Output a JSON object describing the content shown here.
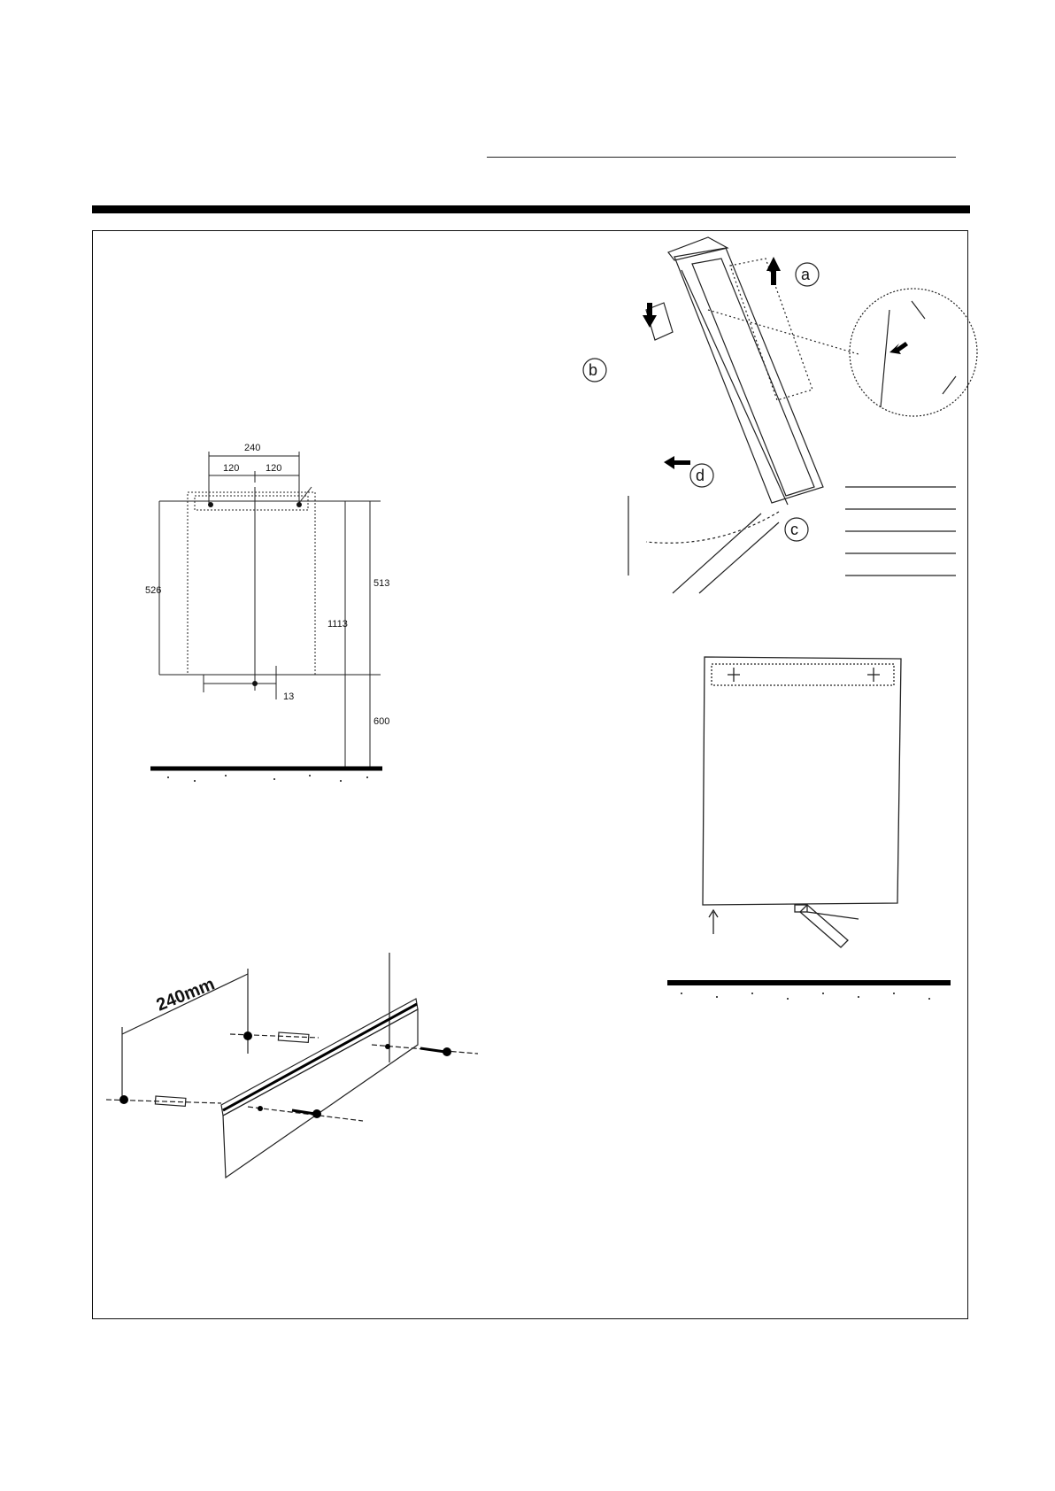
{
  "fig1": {
    "dim_240": "240",
    "dim_120_left": "120",
    "dim_120_right": "120",
    "dim_526": "526",
    "dim_513": "513",
    "dim_1113": "1113",
    "dim_600": "600",
    "dim_13": "13"
  },
  "fig2": {
    "label_a": "a",
    "label_b": "b",
    "label_c": "c",
    "label_d": "d"
  },
  "fig3": {
    "dim_240mm": "240mm"
  }
}
